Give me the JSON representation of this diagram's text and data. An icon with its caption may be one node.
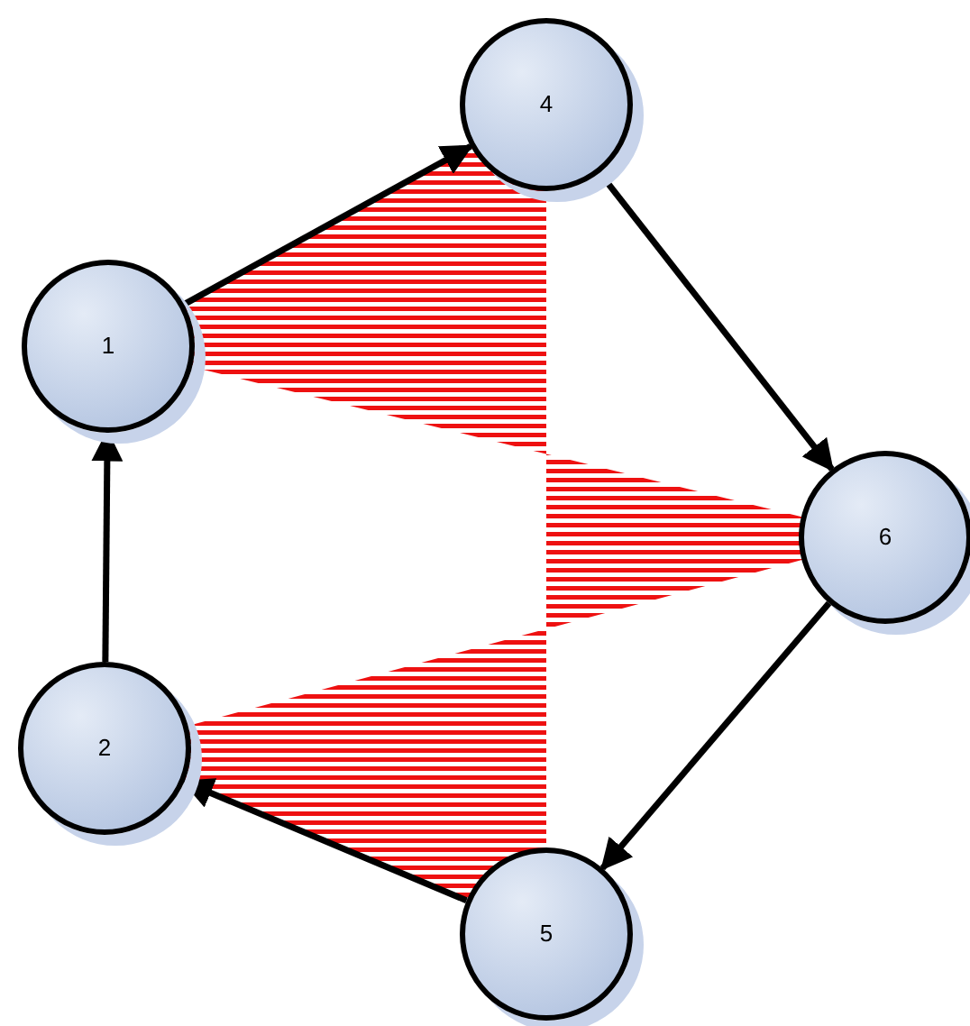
{
  "diagram": {
    "nodes": [
      {
        "text": [
          "4"
        ]
      },
      {
        "text": [
          "1"
        ]
      },
      {
        "text": [
          "6"
        ]
      },
      {
        "text": [
          "2"
        ]
      },
      {
        "text": [
          "5"
        ]
      }
    ],
    "edges": [
      {
        "from": 1,
        "to": 0,
        "arrow": "to"
      },
      {
        "from": 0,
        "to": 2,
        "arrow": "to"
      },
      {
        "from": 2,
        "to": 4,
        "arrow": "to"
      },
      {
        "from": 4,
        "to": 3,
        "arrow": "to"
      },
      {
        "from": 3,
        "to": 1,
        "arrow": "to"
      }
    ]
  }
}
